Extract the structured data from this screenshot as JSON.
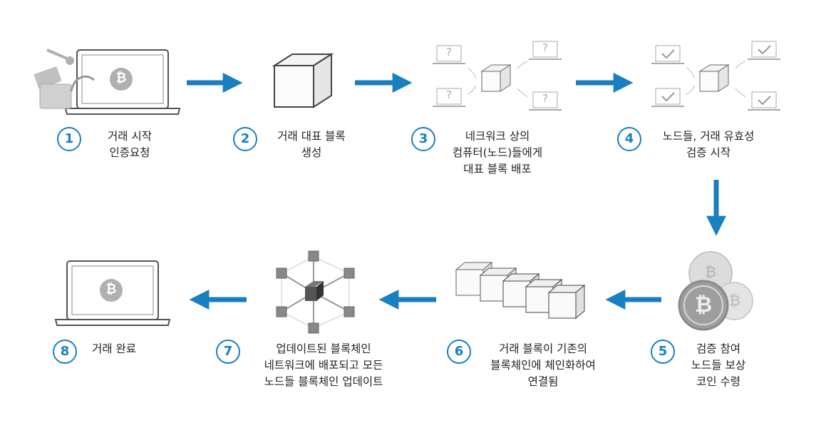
{
  "steps": [
    {
      "number": "1",
      "lines": [
        "거래 시작",
        "인증요청"
      ]
    },
    {
      "number": "2",
      "lines": [
        "거래 대표 블록",
        "생성"
      ]
    },
    {
      "number": "3",
      "lines": [
        "네크워크 상의",
        "컴퓨터(노드)들에게",
        "대표 블록 배포"
      ]
    },
    {
      "number": "4",
      "lines": [
        "노드들, 거래 유효성",
        "검증 시작"
      ]
    },
    {
      "number": "5",
      "lines": [
        "검증 참여",
        "노드들 보상",
        "코인 수령"
      ]
    },
    {
      "number": "6",
      "lines": [
        "거래 블록이 기존의",
        "블록체인에 체인화하여",
        "연결됨"
      ]
    },
    {
      "number": "7",
      "lines": [
        "업데이트된 블록체인",
        "네트워크에 배포되고 모든",
        "노드들 블록체인 업데이트"
      ]
    },
    {
      "number": "8",
      "lines": [
        "거래 완료"
      ]
    }
  ],
  "icons": {
    "question_mark": "?",
    "bitcoin_symbol": "₿"
  },
  "colors": {
    "arrow": "#1a7fc1",
    "number_ring": "#1a7fc1",
    "icon_gray": "#9a9a9a",
    "icon_light": "#c8c8c8"
  }
}
